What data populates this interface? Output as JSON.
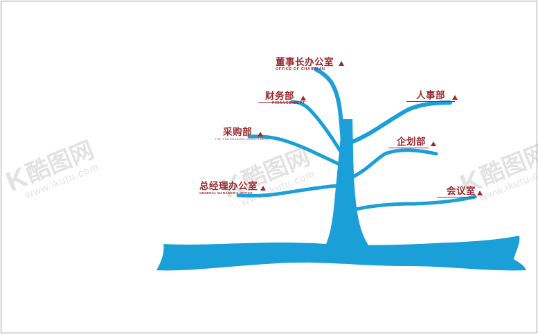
{
  "nodes": [
    {
      "id": "chairman",
      "cn": "董事长办公室",
      "en": "OFFICE OF CHAIRMAN"
    },
    {
      "id": "finance",
      "cn": "财务部",
      "en": "FINANCE DEPT"
    },
    {
      "id": "purchasing",
      "cn": "采购部",
      "en": "THE PURCHASING DEPARTMENT"
    },
    {
      "id": "gm",
      "cn": "总经理办公室",
      "en": "GENERAL MANAGER'S OFFICE"
    },
    {
      "id": "hr",
      "cn": "人事部",
      "en": ""
    },
    {
      "id": "planning",
      "cn": "企划部",
      "en": ""
    },
    {
      "id": "meeting",
      "cn": "会议室",
      "en": ""
    }
  ],
  "watermark": {
    "mark": "K",
    "brand": "酷图网",
    "url": "www.ikutu.com"
  },
  "colors": {
    "tree": "#1a9fd9",
    "label": "#9b2a2f"
  }
}
